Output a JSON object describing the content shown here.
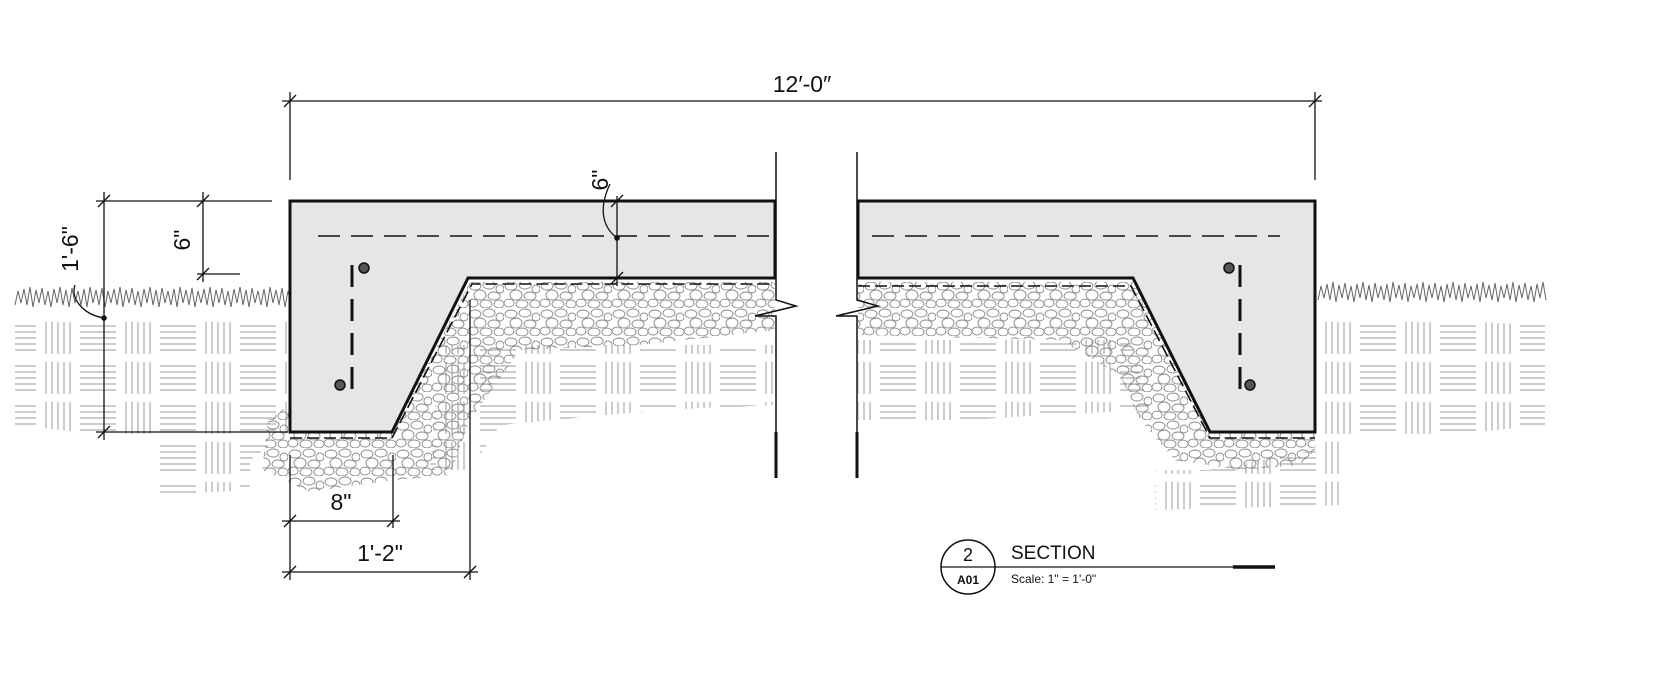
{
  "dimensions": {
    "overall_width": "12′-0″",
    "total_depth": "1'-6\"",
    "top_slab_thickness_left": "6\"",
    "top_slab_thickness_center": "6\"",
    "bottom_width": "8\"",
    "slope_width": "1'-2\""
  },
  "title_block": {
    "detail_number": "2",
    "sheet_number": "A01",
    "title": "SECTION",
    "scale_label": "Scale:  1\" = 1'-0\""
  },
  "colors": {
    "line": "#111111",
    "concrete_fill": "#e6e6e6",
    "gravel_stroke": "#8a8a8a",
    "soil_hatch": "#9a9a9a"
  }
}
